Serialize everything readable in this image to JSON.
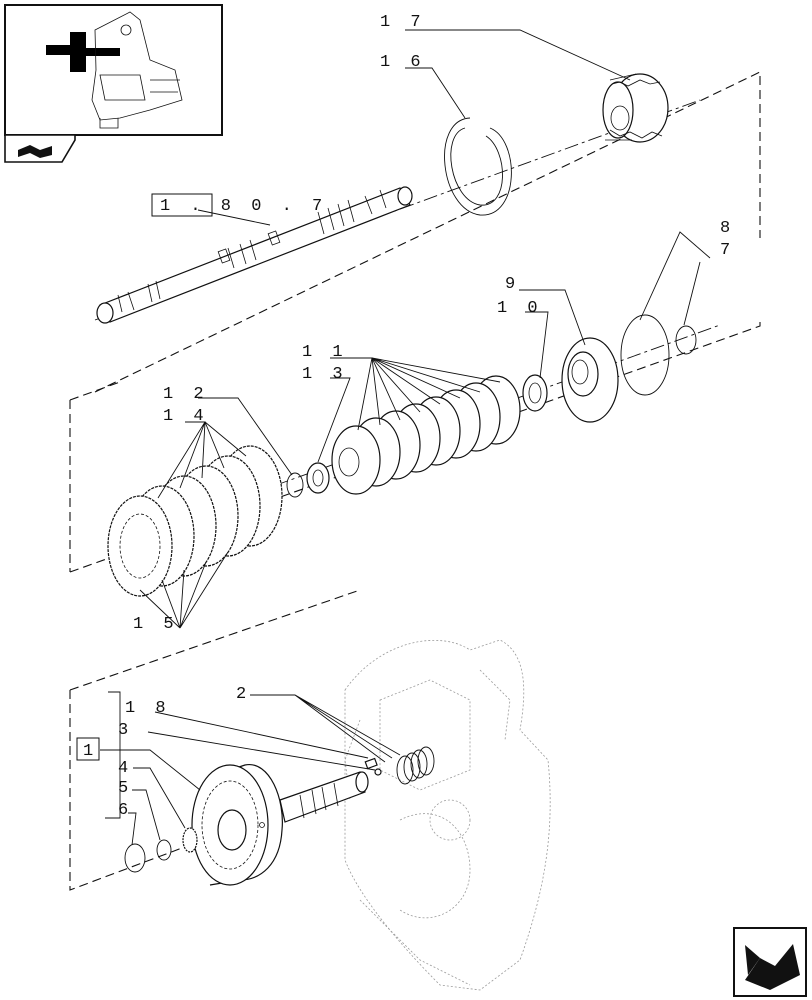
{
  "diagram": {
    "labels": {
      "p17": "1 7",
      "p16": "1 6",
      "ref_group": "1 . 8 0 . 7",
      "p8": "8",
      "p7": "7",
      "p9": "9",
      "p10": "1 0",
      "p11": "1 1",
      "p13": "1 3",
      "p12": "1 2",
      "p14": "1 4",
      "p15": "1 5",
      "p2": "2",
      "p18": "1 8",
      "p3": "3",
      "p1": "1",
      "p4": "4",
      "p5": "5",
      "p6": "6"
    }
  },
  "icons": {
    "thumbnail": "assembly-location-thumbnail",
    "book": "book-icon",
    "next": "next-page-arrow-icon"
  }
}
